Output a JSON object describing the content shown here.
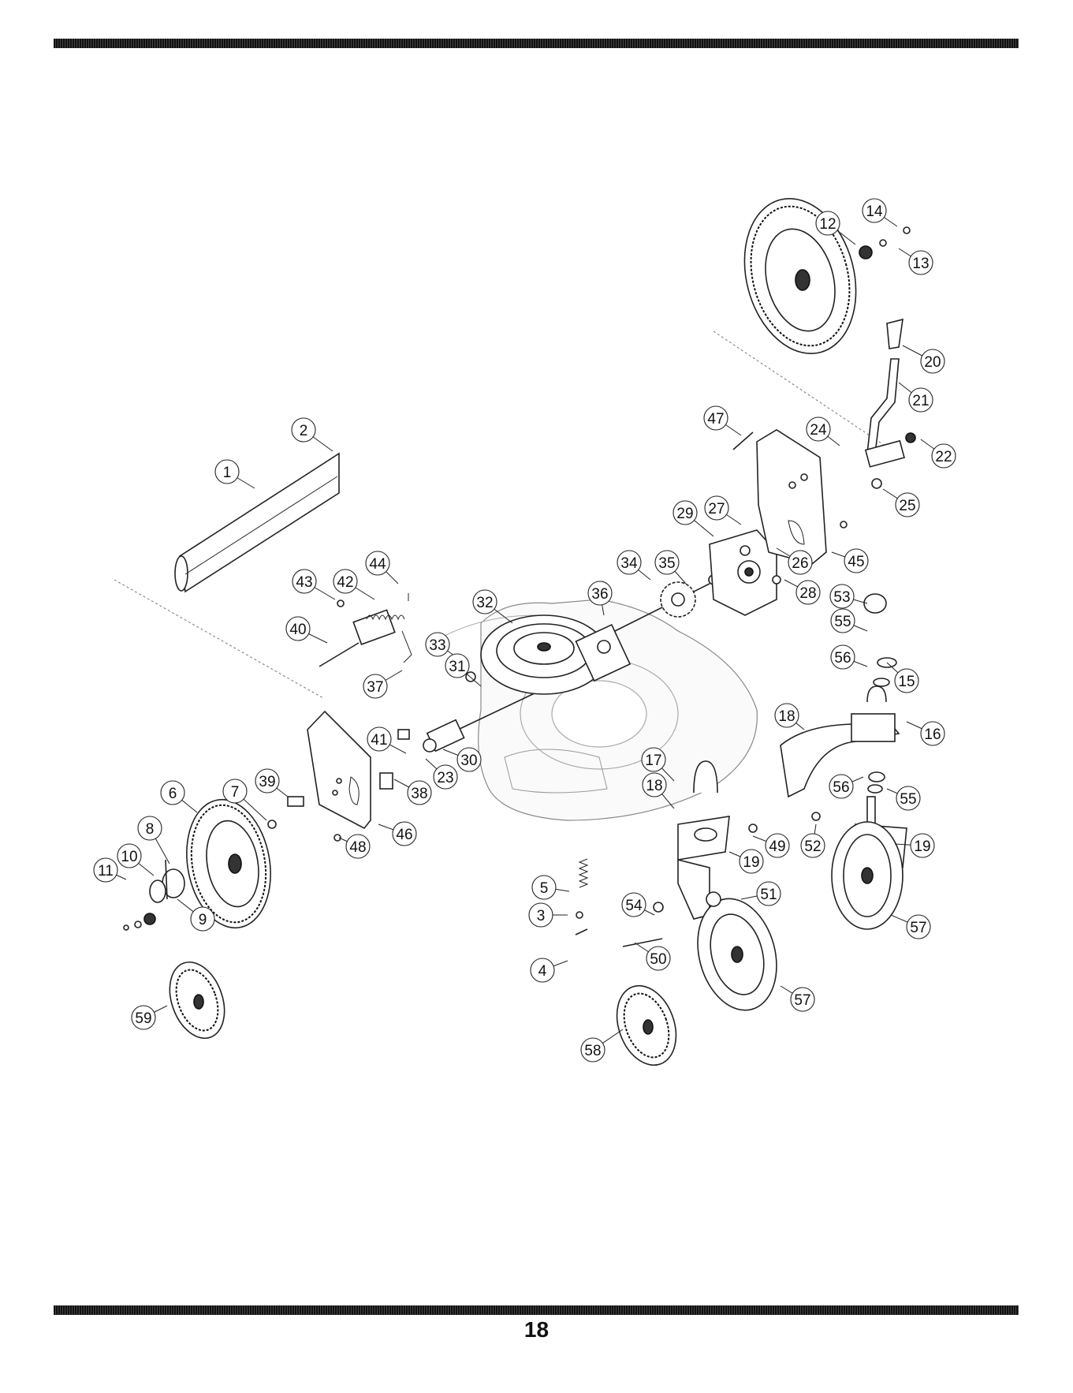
{
  "page": {
    "number": "18"
  },
  "callouts": [
    "1",
    "2",
    "3",
    "4",
    "5",
    "6",
    "7",
    "8",
    "9",
    "10",
    "11",
    "12",
    "13",
    "14",
    "15",
    "16",
    "17",
    "18",
    "19",
    "20",
    "21",
    "22",
    "23",
    "24",
    "25",
    "26",
    "27",
    "28",
    "29",
    "30",
    "31",
    "32",
    "33",
    "34",
    "35",
    "36",
    "37",
    "38",
    "39",
    "40",
    "41",
    "42",
    "43",
    "44",
    "45",
    "46",
    "47",
    "48",
    "49",
    "50",
    "51",
    "52",
    "53",
    "54",
    "55",
    "56",
    "57",
    "58",
    "59"
  ],
  "repeated_callouts": [
    "18",
    "19",
    "55",
    "56",
    "57"
  ]
}
